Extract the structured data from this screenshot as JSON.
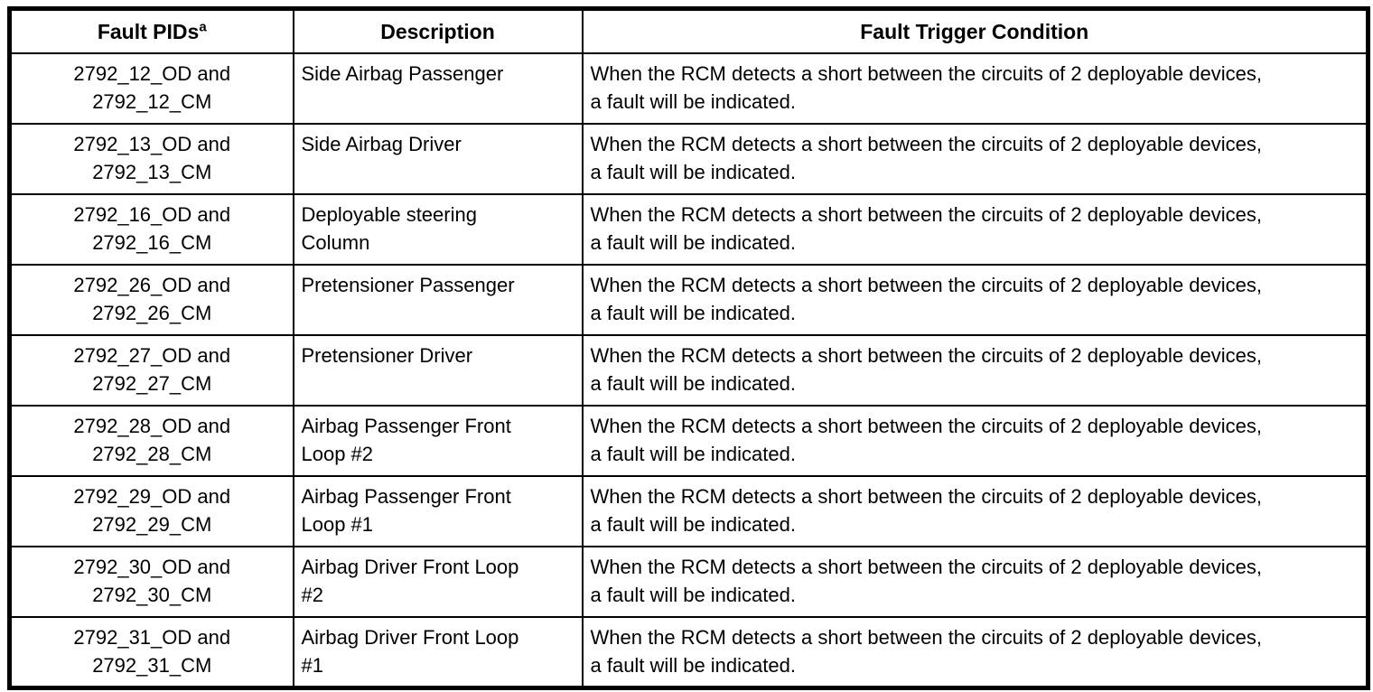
{
  "table": {
    "header": {
      "col_pid_label": "Fault PIDs",
      "col_pid_note": "a",
      "col_desc_label": "Description",
      "col_cond_label": "Fault Trigger Condition"
    },
    "rows": [
      {
        "pid": "2792_12_OD and\n2792_12_CM",
        "desc": "Side Airbag Passenger",
        "cond": "When the RCM detects a short between the circuits of 2 deployable devices,\na fault will be indicated."
      },
      {
        "pid": "2792_13_OD and\n2792_13_CM",
        "desc": "Side Airbag Driver",
        "cond": "When the RCM detects a short between the circuits of 2 deployable devices,\na fault will be indicated."
      },
      {
        "pid": "2792_16_OD and\n2792_16_CM",
        "desc": "Deployable steering\nColumn",
        "cond": "When the RCM detects a short between the circuits of 2 deployable devices,\na fault will be indicated."
      },
      {
        "pid": "2792_26_OD and\n2792_26_CM",
        "desc": "Pretensioner Passenger",
        "cond": "When the RCM detects a short between the circuits of 2 deployable devices,\na fault will be indicated."
      },
      {
        "pid": "2792_27_OD and\n2792_27_CM",
        "desc": "Pretensioner Driver",
        "cond": "When the RCM detects a short between the circuits of 2 deployable devices,\na fault will be indicated."
      },
      {
        "pid": "2792_28_OD and\n2792_28_CM",
        "desc": "Airbag Passenger Front\nLoop #2",
        "cond": "When the RCM detects a short between the circuits of 2 deployable devices,\na fault will be indicated."
      },
      {
        "pid": "2792_29_OD and\n2792_29_CM",
        "desc": "Airbag Passenger Front\nLoop #1",
        "cond": "When the RCM detects a short between the circuits of 2 deployable devices,\na fault will be indicated."
      },
      {
        "pid": "2792_30_OD and\n2792_30_CM",
        "desc": "Airbag Driver Front Loop\n#2",
        "cond": "When the RCM detects a short between the circuits of 2 deployable devices,\na fault will be indicated."
      },
      {
        "pid": "2792_31_OD and\n2792_31_CM",
        "desc": "Airbag Driver Front Loop\n#1",
        "cond": "When the RCM detects a short between the circuits of 2 deployable devices,\na fault will be indicated."
      }
    ]
  }
}
